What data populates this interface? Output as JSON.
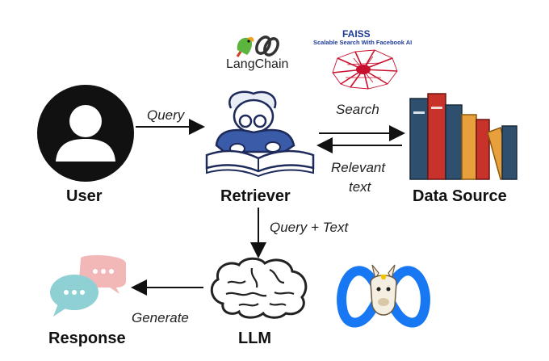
{
  "nodes": {
    "user": "User",
    "retriever": "Retriever",
    "data_source": "Data Source",
    "llm": "LLM",
    "response": "Response"
  },
  "edges": {
    "query": "Query",
    "search": "Search",
    "relevant_line1": "Relevant",
    "relevant_line2": "text",
    "query_text": "Query + Text",
    "generate": "Generate"
  },
  "logos": {
    "langchain": "LangChain",
    "faiss_title": "FAISS",
    "faiss_subtitle": "Scalable Search With Facebook AI"
  },
  "icons": {
    "user": "user-avatar-icon",
    "retriever": "reading-person-icon",
    "data_source": "books-icon",
    "llm": "brain-icon",
    "response": "chat-bubbles-icon",
    "langchain": "parrot-chain-icon",
    "faiss": "network-graph-icon",
    "meta": "meta-llama-icon"
  },
  "colors": {
    "arrow": "#111111",
    "faiss_red": "#c8102e",
    "faiss_blue": "#1f3c99",
    "meta_blue": "#1877f2",
    "bubble_pink": "#f2b8b8",
    "bubble_teal": "#8fd0d4"
  }
}
